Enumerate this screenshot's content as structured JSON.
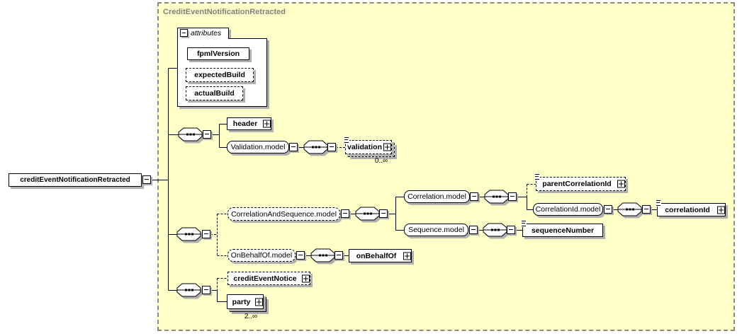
{
  "diagram": {
    "title": "CreditEventNotificationRetracted",
    "root": {
      "label": "creditEventNotificationRetracted"
    },
    "attributes_group": {
      "label": "attributes",
      "fpml_version": "fpmlVersion",
      "expected_build": "expectedBuild",
      "actual_build": "actualBuild"
    },
    "nodes": {
      "header": "header",
      "validation_model": "Validation.model",
      "validation": "validation",
      "validation_occurrence": "0..∞",
      "correlation_and_sequence_model": "CorrelationAndSequence.model",
      "correlation_model": "Correlation.model",
      "parent_correlation_id": "parentCorrelationId",
      "correlation_id_model": "CorrelationId.model",
      "correlation_id": "correlationId",
      "sequence_model": "Sequence.model",
      "sequence_number": "sequenceNumber",
      "on_behalf_of_model": "OnBehalfOf.model",
      "on_behalf_of": "onBehalfOf",
      "credit_event_notice": "creditEventNotice",
      "party": "party",
      "party_occurrence": "2..∞"
    },
    "colors": {
      "container_fill": "#FFFFC8",
      "container_border": "#8A8A8A",
      "box_shadow": "#B0B0B0",
      "title_text": "#808080",
      "line": "#000000"
    }
  }
}
